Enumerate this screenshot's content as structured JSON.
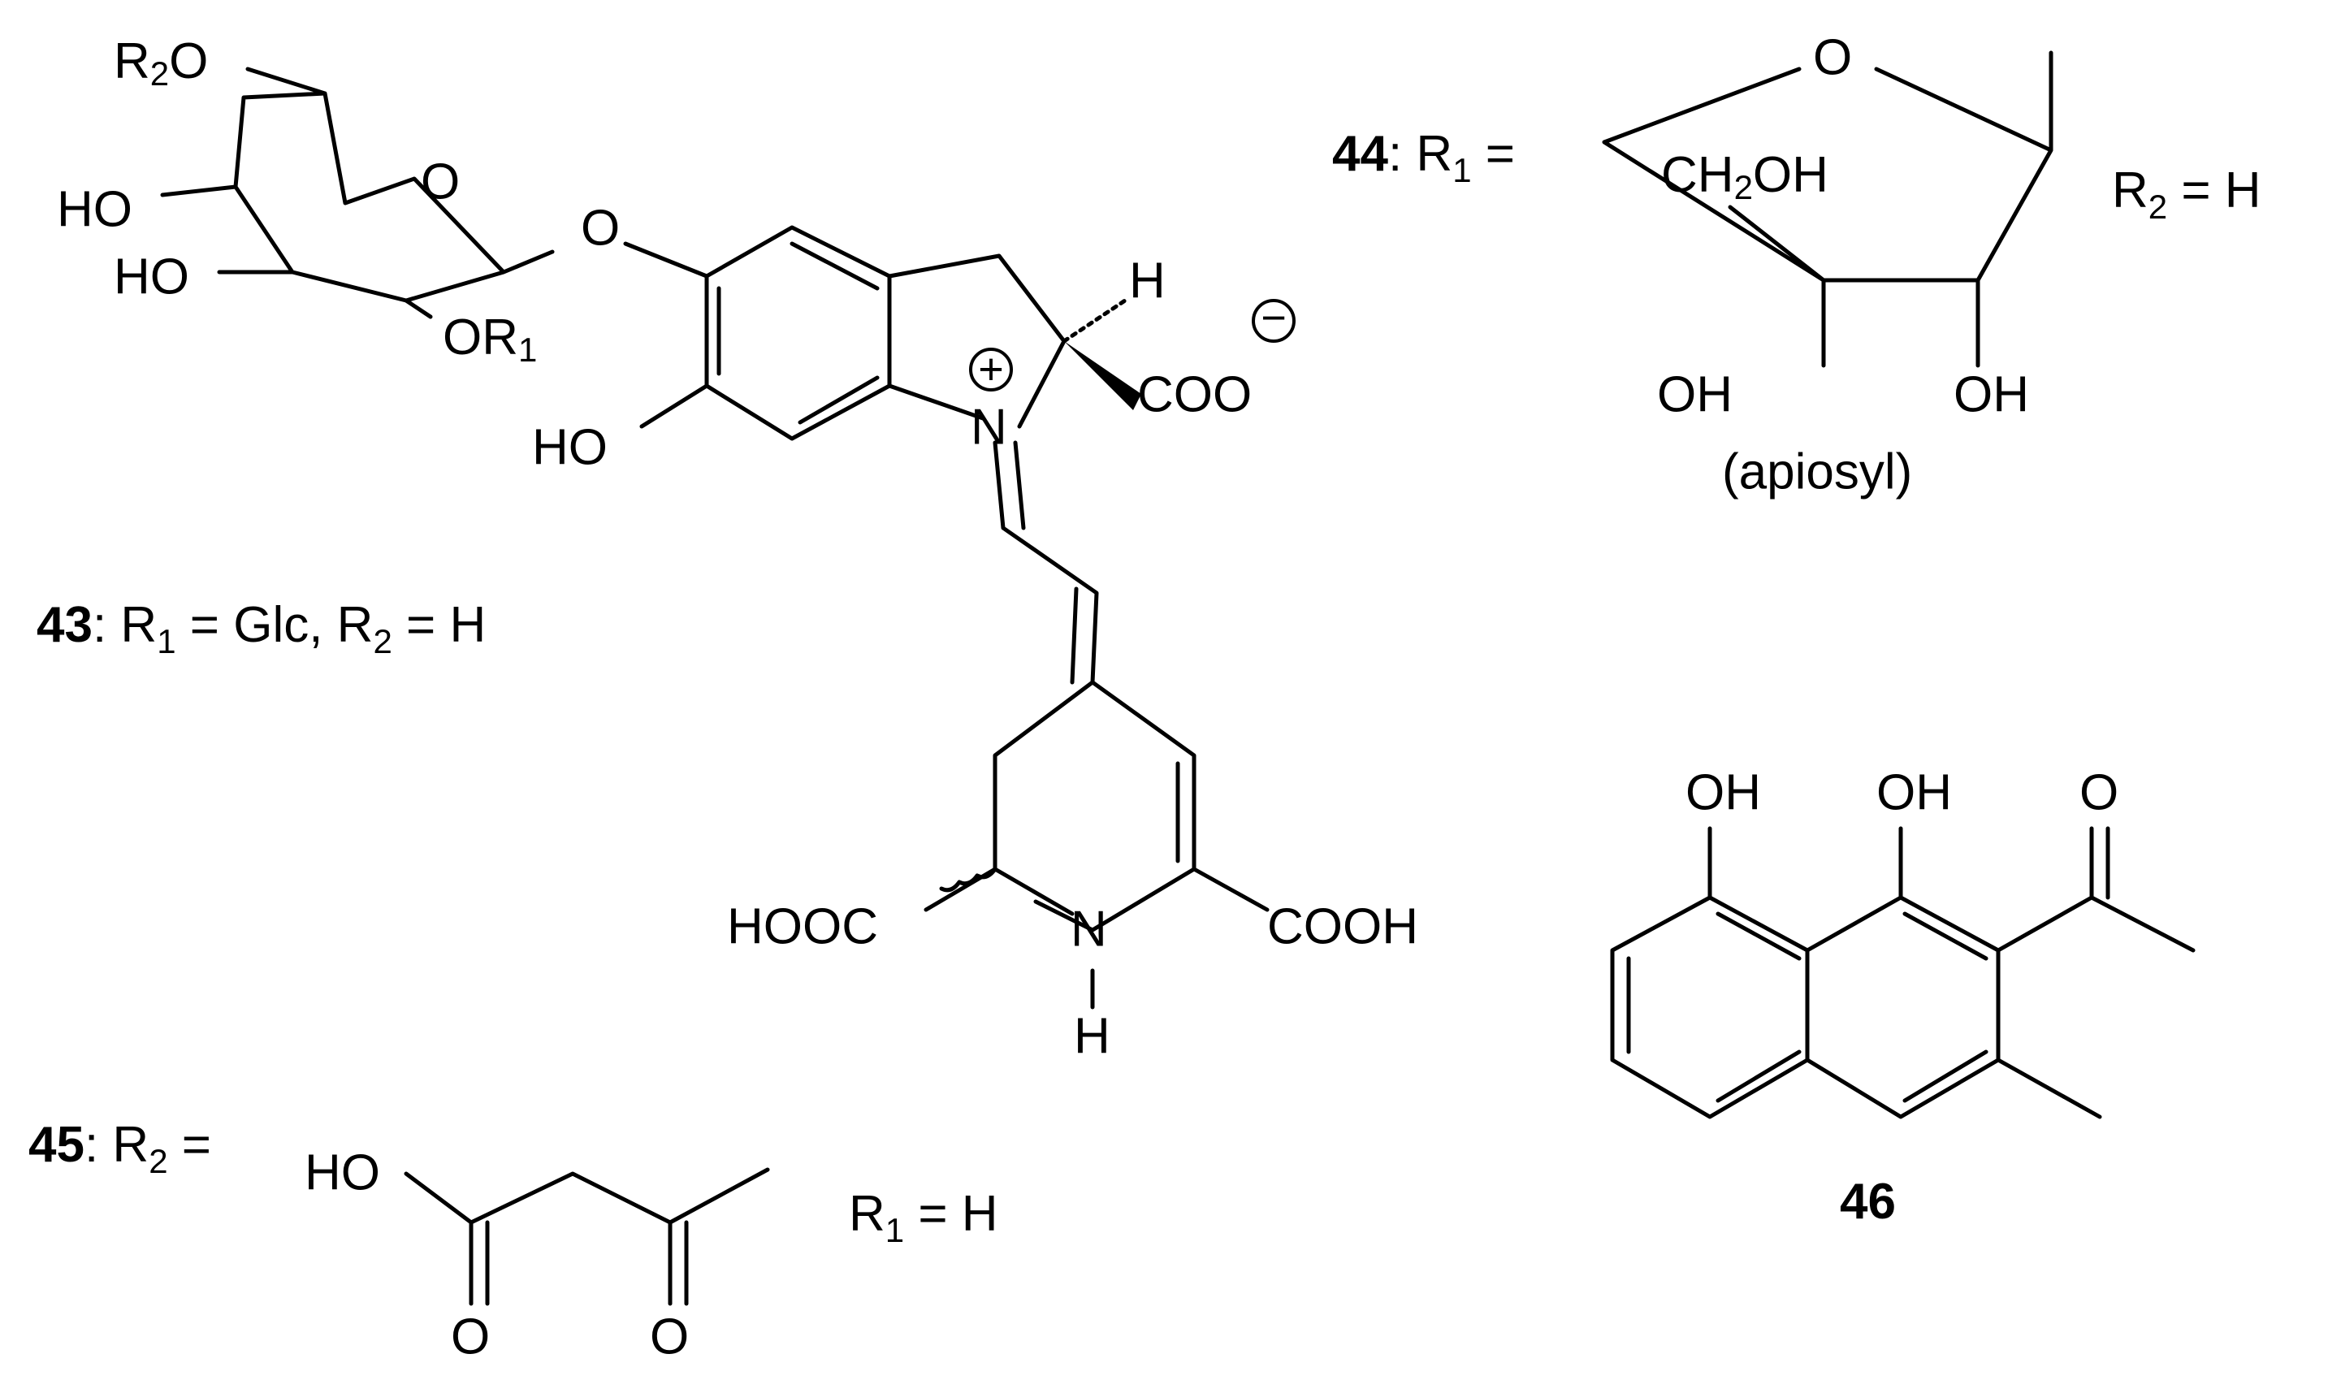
{
  "atoms": {
    "r2o": "R",
    "r2o_sub": "2",
    "r2o_tail": "O",
    "ho_glc1": "HO",
    "o_ring": "O",
    "ho_glc2": "HO",
    "or1": "OR",
    "or1_sub": "1",
    "o_link": "O",
    "h_stereo": "H",
    "n_plus": "N",
    "coo": "COO",
    "ho_ar": "HO",
    "hooc": "HOOC",
    "nh_n": "N",
    "nh_h": "H",
    "cooh": "COOH",
    "apio_o": "O",
    "ch2oh_a": "CH",
    "ch2oh_sub": "2",
    "ch2oh_b": "OH",
    "apio_oh1": "OH",
    "apio_oh2": "OH",
    "apio_name": "(apiosyl)",
    "ac_ho": "HO",
    "ac_o1": "O",
    "ac_o2": "O",
    "nap_oh1": "OH",
    "nap_oh2": "OH",
    "nap_o": "O",
    "plus": "+",
    "minus": "−"
  },
  "captions": {
    "c43_num": "43",
    "c43_text": ": R",
    "c43_s1": "1",
    "c43_mid": " = Glc, R",
    "c43_s2": "2",
    "c43_end": " = H",
    "c44_num": "44",
    "c44_text": ": R",
    "c44_s1": "1",
    "c44_end": " =",
    "c44_r2": "R",
    "c44_r2s": "2",
    "c44_r2e": " = H",
    "c45_num": "45",
    "c45_text": ": R",
    "c45_s2": "2",
    "c45_end": " =",
    "c45_r1": "R",
    "c45_r1s": "1",
    "c45_r1e": " = H",
    "c46_num": "46"
  }
}
